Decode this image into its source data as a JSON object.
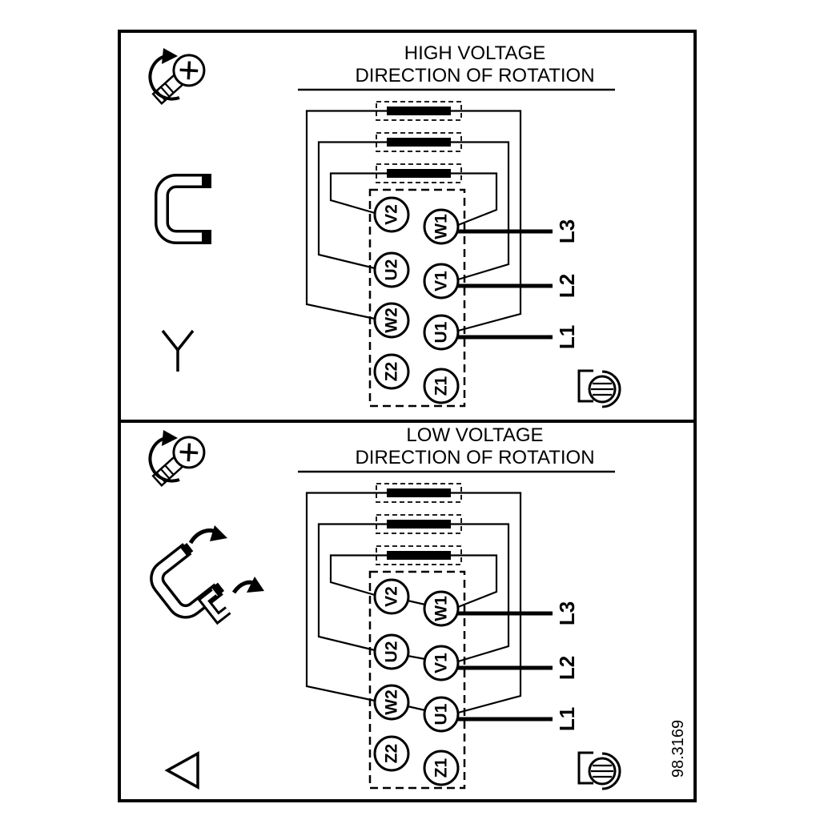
{
  "figure_number": "98.3169",
  "colors": {
    "line": "#000000",
    "background": "#ffffff"
  },
  "panels": [
    {
      "id": "high-voltage",
      "title1": "HIGH VOLTAGE",
      "title2": "DIRECTION OF ROTATION",
      "connection": "star",
      "terminals_left": [
        "V2",
        "U2",
        "W2",
        "Z2"
      ],
      "terminals_right": [
        "W1",
        "V1",
        "U1",
        "Z1"
      ],
      "supply_lines": [
        "L3",
        "L2",
        "L1"
      ],
      "icons": [
        "screw-rotation-icon",
        "bridge-jumper-icon",
        "star-symbol",
        "terminal-screw-icon"
      ]
    },
    {
      "id": "low-voltage",
      "title1": "LOW VOLTAGE",
      "title2": "DIRECTION OF ROTATION",
      "connection": "delta",
      "terminals_left": [
        "V2",
        "U2",
        "W2",
        "Z2"
      ],
      "terminals_right": [
        "W1",
        "V1",
        "U1",
        "Z1"
      ],
      "supply_lines": [
        "L3",
        "L2",
        "L1"
      ],
      "icons": [
        "screw-rotation-icon",
        "bridge-jumpers-icon",
        "delta-symbol",
        "terminal-screw-icon"
      ]
    }
  ]
}
